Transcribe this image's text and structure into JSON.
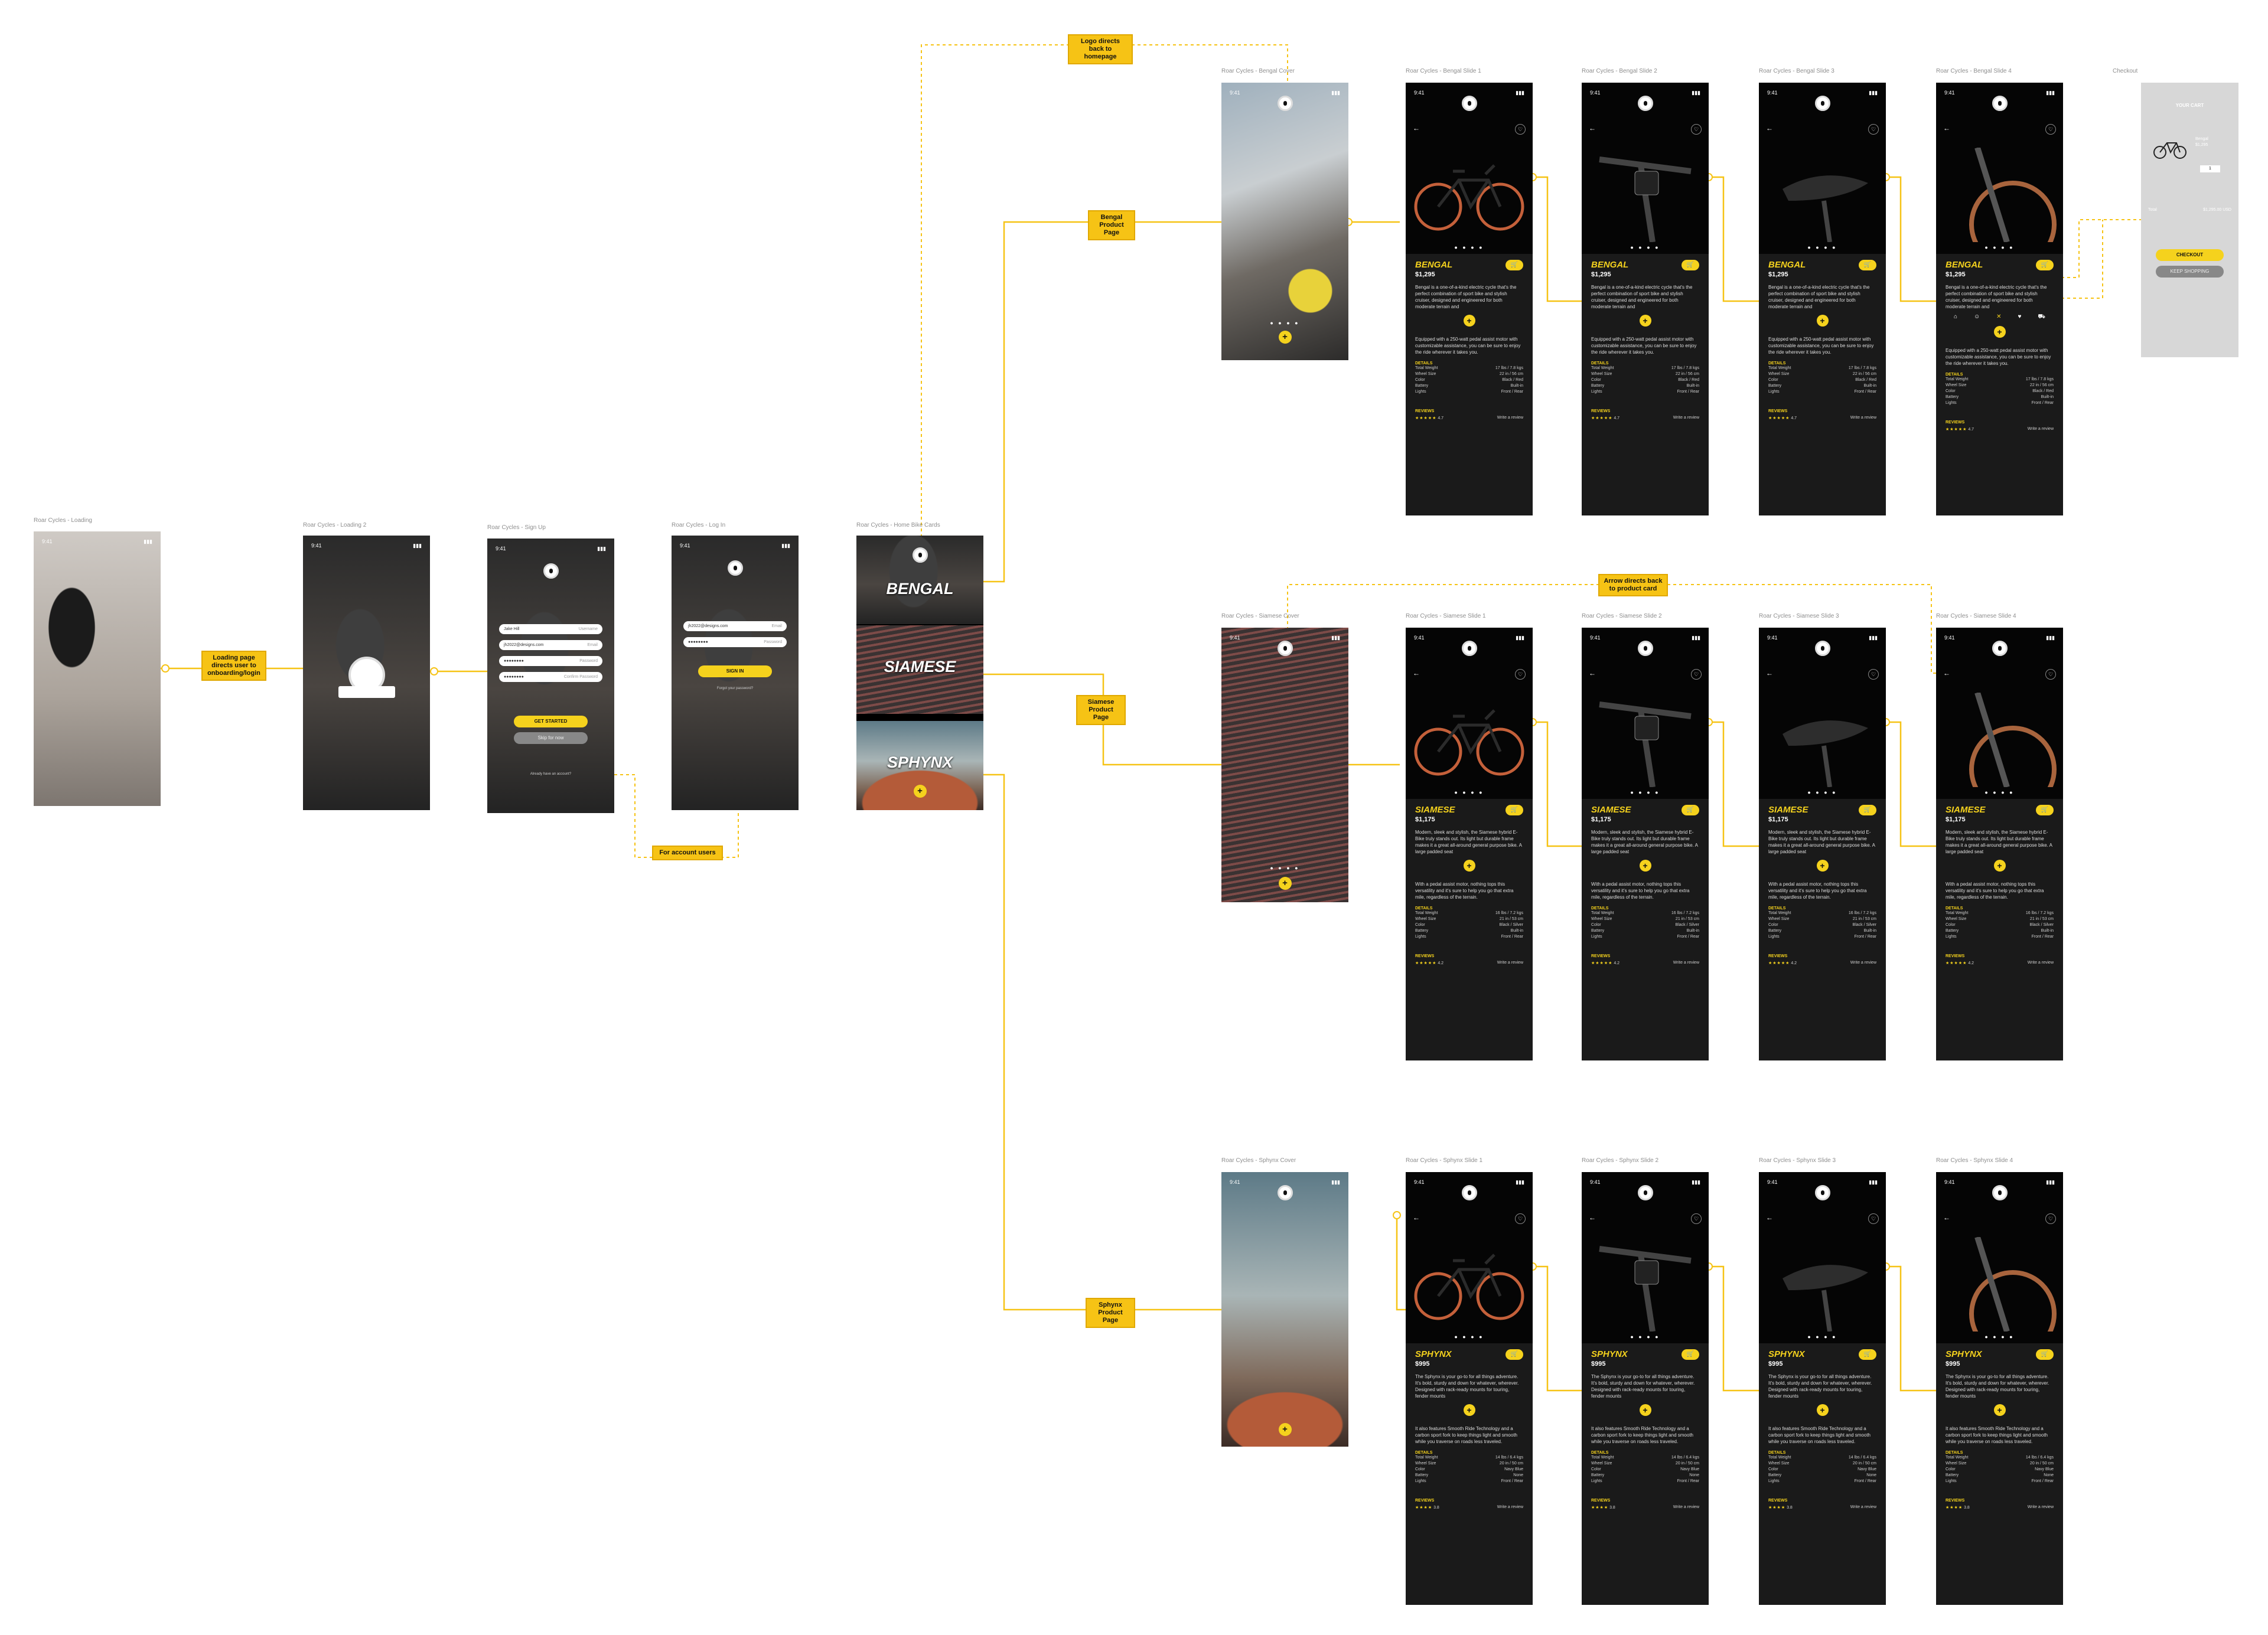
{
  "frame_labels": {
    "loading": "Roar Cycles - Loading",
    "loading2": "Roar Cycles - Loading 2",
    "signup": "Roar Cycles - Sign Up",
    "login": "Roar Cycles - Log In",
    "home": "Roar Cycles - Home Bike Cards",
    "bengal_cover": "Roar Cycles - Bengal Cover",
    "bengal_1": "Roar Cycles - Bengal Slide 1",
    "bengal_2": "Roar Cycles - Bengal Slide 2",
    "bengal_3": "Roar Cycles - Bengal Slide 3",
    "bengal_4": "Roar Cycles - Bengal Slide 4",
    "checkout": "Checkout",
    "siamese_cover": "Roar Cycles - Siamese Cover",
    "siamese_1": "Roar Cycles - Siamese Slide 1",
    "siamese_2": "Roar Cycles - Siamese Slide 2",
    "siamese_3": "Roar Cycles - Siamese Slide 3",
    "siamese_4": "Roar Cycles - Siamese Slide 4",
    "sphynx_cover": "Roar Cycles - Sphynx Cover",
    "sphynx_1": "Roar Cycles - Sphynx Slide 1",
    "sphynx_2": "Roar Cycles - Sphynx Slide 2",
    "sphynx_3": "Roar Cycles - Sphynx Slide 3",
    "sphynx_4": "Roar Cycles - Sphynx Slide 4"
  },
  "notes": {
    "loading": "Loading page directs user to onboarding/login",
    "account": "For account users",
    "logo": "Logo directs back to homepage",
    "bengal": "Bengal Product Page",
    "siamese": "Siamese Product Page",
    "sphynx": "Sphynx Product Page",
    "arrow": "Arrow directs back to product card"
  },
  "status_time": "9:41",
  "signup": {
    "name_value": "Jake Hill",
    "name_hint": "Username",
    "email_value": "jh2022@designs.com",
    "email_hint": "Email",
    "password_value": "●●●●●●●●",
    "password_hint": "Password",
    "confirm_value": "●●●●●●●●",
    "confirm_hint": "Confirm Password",
    "get_started": "GET STARTED",
    "skip": "Skip for now",
    "have_account": "Already have an account?"
  },
  "login": {
    "email_value": "jh2022@designs.com",
    "email_hint": "Email",
    "password_value": "●●●●●●●●",
    "password_hint": "Password",
    "sign_in": "SIGN IN",
    "forgot": "Forgot your password?"
  },
  "home_cards": [
    "BENGAL",
    "SIAMESE",
    "SPHYNX"
  ],
  "plus_symbol": "+",
  "cart_symbol": "🛒",
  "heart_symbol": "♡",
  "back_symbol": "←",
  "page_dots": "● ● ● ●",
  "details_label": "DETAILS",
  "reviews_label": "REVIEWS",
  "write_review": "Write a review",
  "spec_labels": [
    "Total Weight",
    "Wheel Size",
    "Color",
    "Battery",
    "Lights"
  ],
  "bikes": {
    "bengal": {
      "name": "BENGAL",
      "price": "$1,295",
      "desc1": "Bengal is a one-of-a-kind electric cycle that's the perfect combination of sport bike and stylish cruiser, designed and engineered for both moderate terrain and",
      "desc2": "Equipped with a 250-watt pedal assist motor with customizable assistance, you can be sure to enjoy the ride wherever it takes you.",
      "specs": [
        "17 lbs / 7.8 kgs",
        "22 in / 56 cm",
        "Black / Red",
        "Built-in",
        "Front / Rear"
      ],
      "stars": "★★★★★",
      "rating": "4.7"
    },
    "siamese": {
      "name": "SIAMESE",
      "price": "$1,175",
      "desc1": "Modern, sleek and stylish, the Siamese hybrid E-Bike truly stands out. Its light but durable frame makes it a great all-around general purpose bike. A large padded seat",
      "desc2": "With a pedal assist motor, nothing tops this versatility and it's sure to help you go that extra mile, regardless of the terrain.",
      "specs": [
        "16 lbs / 7.2 kgs",
        "21 in / 53 cm",
        "Black / Silver",
        "Built-in",
        "Front / Rear"
      ],
      "stars": "★★★★★",
      "rating": "4.2"
    },
    "sphynx": {
      "name": "SPHYNX",
      "price": "$995",
      "desc1": "The Sphynx is your go-to for all things adventure. It's bold, sturdy and down for whatever, wherever. Designed with rack-ready mounts for touring, fender mounts",
      "desc2": "It also features Smooth Ride Technology and a carbon sport fork to keep things light and smooth while you traverse on roads less traveled.",
      "specs": [
        "14 lbs / 6.4 kgs",
        "20 in / 50 cm",
        "Navy Blue",
        "None",
        "Front / Rear"
      ],
      "stars": "★★★★",
      "rating": "3.8"
    }
  },
  "checkout": {
    "title": "YOUR CART",
    "item_name": "Bengal",
    "item_price": "$1,295",
    "qty": "1",
    "total_label": "Total",
    "total_value": "$1,295.00 USD",
    "checkout_btn": "CHECKOUT",
    "keep_btn": "KEEP SHOPPING"
  },
  "colors": {
    "accent": "#f5d21d",
    "note": "#f6c315",
    "phone_bg": "#111111"
  }
}
